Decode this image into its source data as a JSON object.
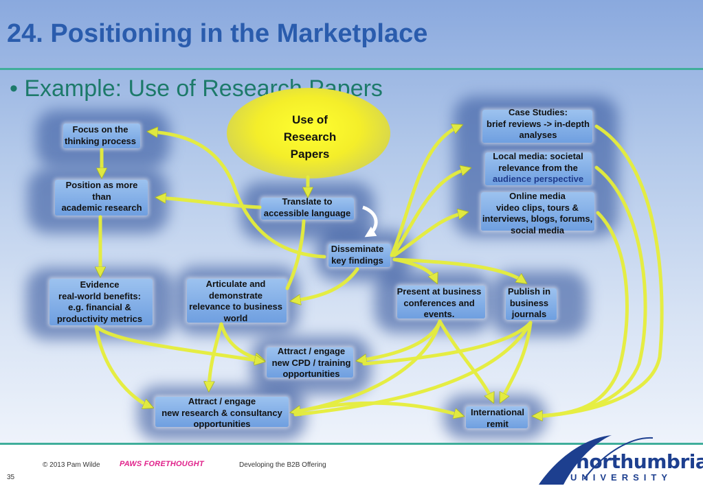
{
  "slide": {
    "title": "24. Positioning in the Marketplace",
    "subtitle": "• Example: Use of Research Papers"
  },
  "diagram": {
    "center": {
      "lines": [
        "Use of",
        "Research",
        "Papers"
      ]
    },
    "nodes": {
      "focus": [
        "Focus on the",
        "thinking process"
      ],
      "position": [
        "Position as more",
        "than",
        "academic research"
      ],
      "evidence": [
        "Evidence",
        "real-world benefits:",
        "e.g. financial &",
        "productivity metrics"
      ],
      "articulate": [
        "Articulate and",
        "demonstrate",
        "relevance to business",
        "world"
      ],
      "translate": [
        "Translate to",
        "accessible language"
      ],
      "disseminate": [
        "Disseminate",
        "key findings"
      ],
      "case_studies": [
        "Case Studies:",
        "brief reviews -> in-depth",
        "analyses"
      ],
      "local_media": [
        "Local media: societal",
        "relevance from the",
        "audience perspective"
      ],
      "online_media": [
        "Online media",
        "video clips, tours &",
        "interviews, blogs, forums,",
        "social media"
      ],
      "present": [
        "Present  at business",
        "conferences and",
        "events."
      ],
      "publish": [
        "Publish in",
        "business",
        "journals"
      ],
      "cpd": [
        "Attract / engage",
        "new CPD / training",
        "opportunities"
      ],
      "research": [
        "Attract / engage",
        "new research & consultancy",
        "opportunities"
      ],
      "international": [
        "International",
        "remit"
      ]
    }
  },
  "footer": {
    "copyright": "© 2013 Pam Wilde",
    "brand": "PAWS FORETHOUGHT",
    "topic": "Developing the B2B Offering",
    "page_number": "35"
  },
  "logo": {
    "name": "northumbria",
    "university": "UNIVERSITY"
  },
  "colors": {
    "title": "#2a5cad",
    "subtitle": "#1d7a6a",
    "rule": "#3fae9a",
    "flow_arrow": "#e6ee3a",
    "brand": "#e0218a",
    "logo": "#1d3f8f"
  }
}
